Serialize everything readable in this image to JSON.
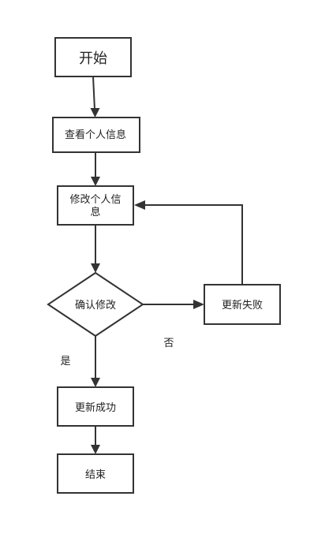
{
  "nodes": {
    "start": {
      "label": "开始"
    },
    "view_info": {
      "label": "查看个人信息"
    },
    "edit_info": {
      "label_line1": "修改个人信",
      "label_line2": "息"
    },
    "confirm": {
      "label": "确认修改"
    },
    "update_fail": {
      "label": "更新失败"
    },
    "update_success": {
      "label": "更新成功"
    },
    "end": {
      "label": "结束"
    }
  },
  "edges": {
    "yes_label": "是",
    "no_label": "否"
  }
}
